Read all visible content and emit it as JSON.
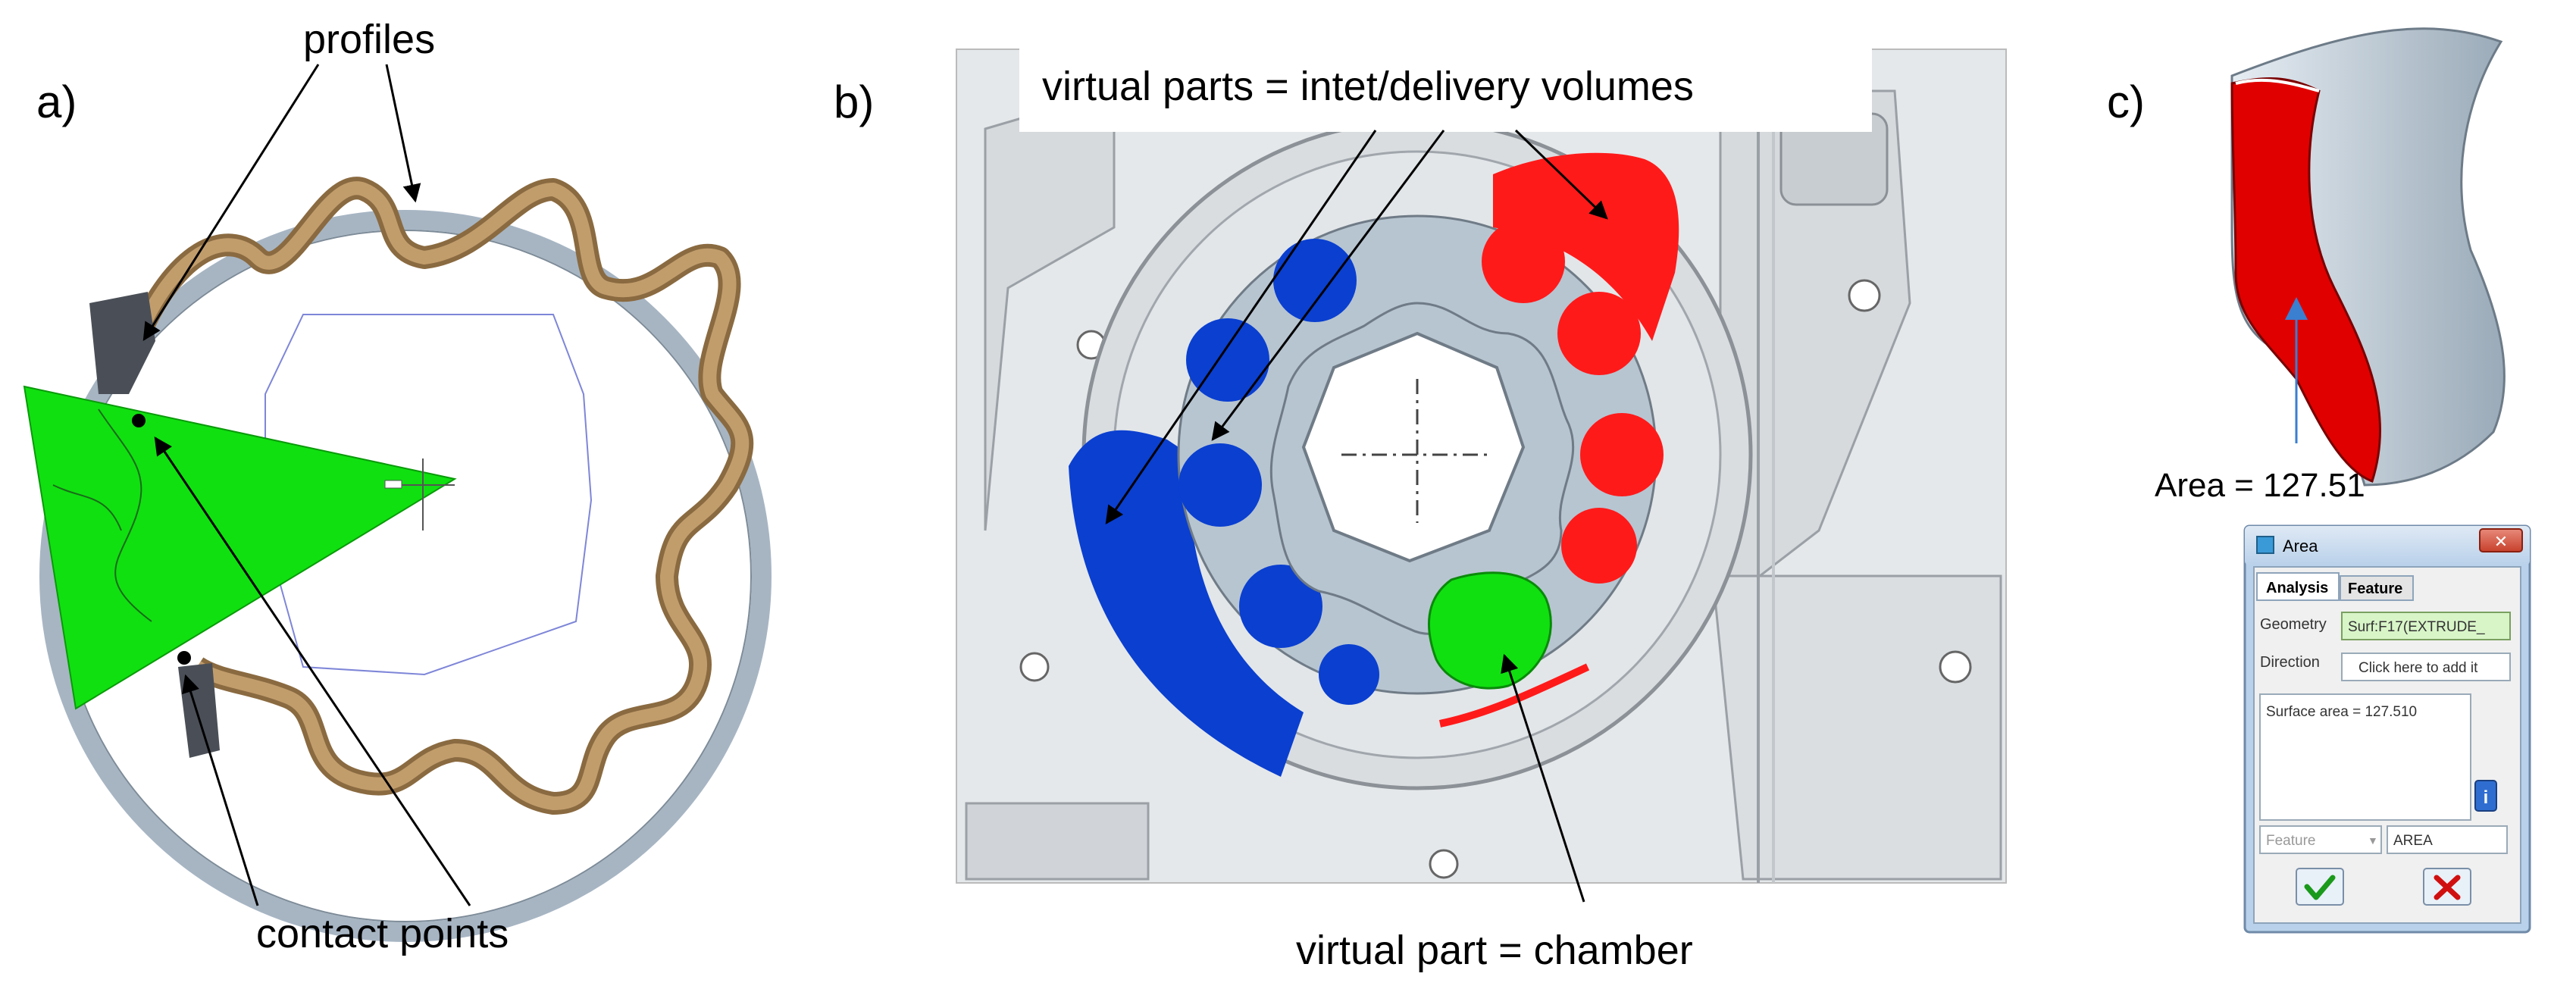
{
  "panel_a": {
    "letter": "a)",
    "label_profiles": "profiles",
    "label_contact_points": "contact points"
  },
  "panel_b": {
    "letter": "b)",
    "label_virtual_parts": "virtual parts = intet/delivery volumes",
    "label_virtual_part_chamber": "virtual part = chamber"
  },
  "panel_c": {
    "letter": "c)",
    "label_area": "Area = 127.51",
    "dialog": {
      "title": "Area",
      "tabs": [
        "Analysis",
        "Feature"
      ],
      "geometry_label": "Geometry",
      "geometry_value": "Surf:F17(EXTRUDE_",
      "direction_label": "Direction",
      "direction_value": "Click here to add it",
      "result_text": "Surface area = 127.510",
      "feature_select": "Feature",
      "feature_name": "AREA",
      "ok_icon": "checkmark-icon",
      "cancel_icon": "x-icon",
      "info_icon": "info-icon",
      "window_icon": "area-window-icon",
      "close_icon": "close-icon"
    }
  },
  "colors": {
    "green": "#00e000",
    "red": "#ff1010",
    "blue": "#0a3fd0",
    "bronze": "#b08a5a",
    "steel": "#aab8c6",
    "dialog_blue": "#b9d1ea"
  }
}
